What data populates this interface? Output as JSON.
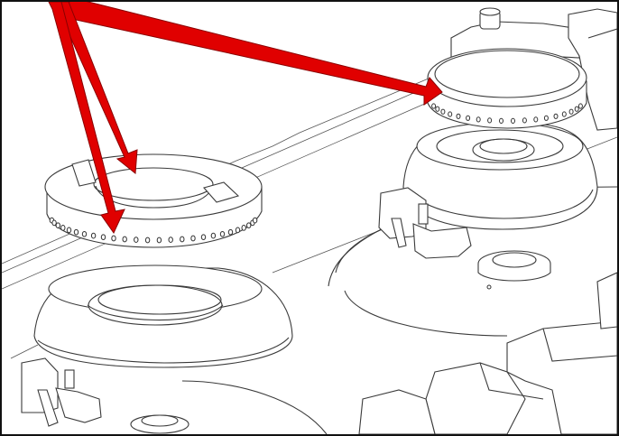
{
  "figure": {
    "background_color": "#ffffff",
    "line_color": "#3a3a3a",
    "arrow_color": "#e00000",
    "arrow_outline_color": "#8a0000",
    "components": [
      "burner-cap-left",
      "burner-cap-right",
      "burner-base-left",
      "burner-base-right",
      "pan-support",
      "ignition-electrode",
      "cooktop-surface"
    ],
    "arrow_count": 3
  }
}
